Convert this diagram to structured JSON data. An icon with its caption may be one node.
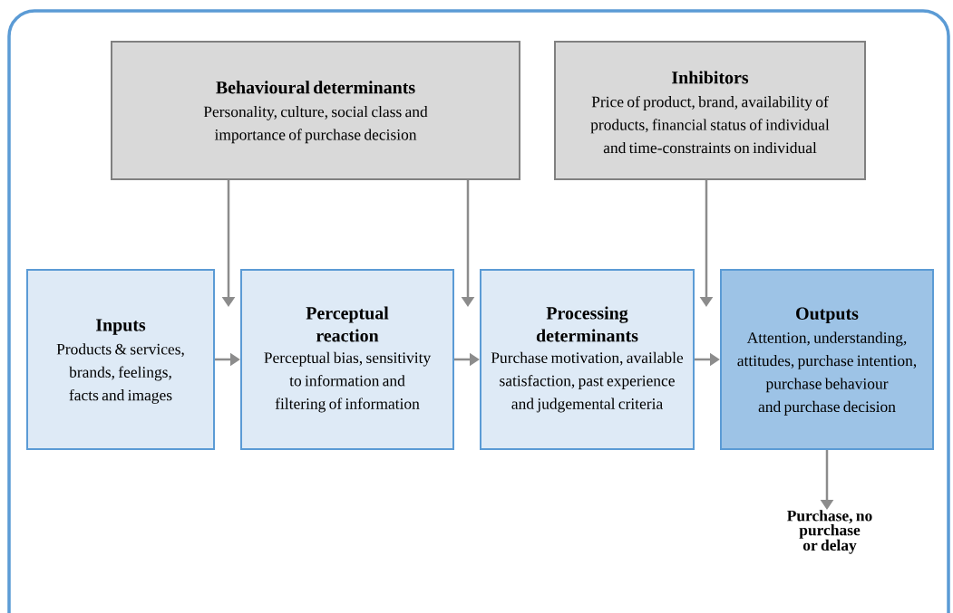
{
  "diagram": {
    "nodes": [
      {
        "text": [
          "Behavioural determinants",
          "Personality, culture, social class and importance of purchase decision"
        ]
      },
      {
        "text": [
          "Inhibitors",
          "Price of product, brand, availability of products, financial status of individual and time-constraints on individual"
        ]
      },
      {
        "text": [
          "Inputs",
          "Products & services, brands, feelings, facts and images"
        ]
      },
      {
        "text": [
          "Perceptual reaction",
          "Perceptual bias, sensitivity to information and filtering of information"
        ]
      },
      {
        "text": [
          "Processing determinants",
          "Purchase motivation, available satisfaction, past experience and judgemental criteria"
        ]
      },
      {
        "text": [
          "Outputs",
          "Attention, understanding, attitudes, purchase intention, purchase behaviour and purchase decision"
        ]
      },
      {
        "text": [
          "Purchase, no purchase or delay"
        ]
      }
    ],
    "edges": [
      {
        "from": 2,
        "to": 3,
        "arrow": "to"
      },
      {
        "from": 3,
        "to": 4,
        "arrow": "to"
      },
      {
        "from": 4,
        "to": 5,
        "arrow": "to"
      },
      {
        "from": 5,
        "to": 6,
        "arrow": "to"
      },
      {
        "from": 0,
        "to": 2,
        "arrow": "to"
      },
      {
        "from": 0,
        "to": 3,
        "arrow": "to"
      },
      {
        "from": 1,
        "to": 5,
        "arrow": "to"
      }
    ]
  }
}
